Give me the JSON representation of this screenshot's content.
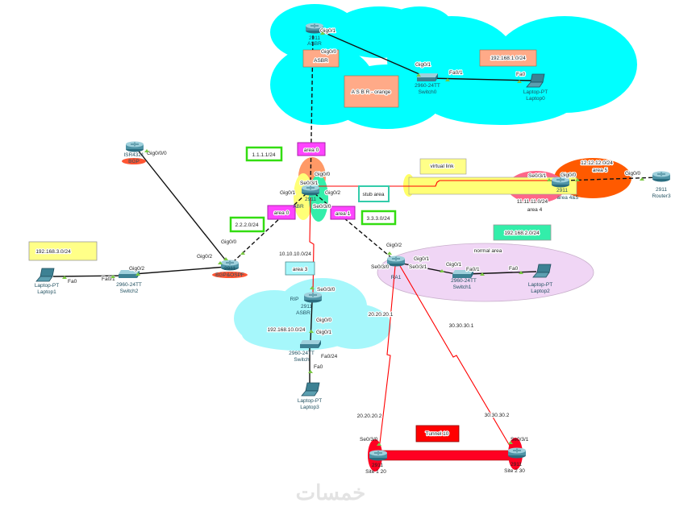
{
  "colors": {
    "cloud": "#00ffff",
    "cloud_light": "#a6f7fb",
    "normal_area": "#f0d6f5",
    "area_box": "#ff33ff",
    "green_box": "#33dd11",
    "orange_box": "#ffaa88",
    "yellow_box": "#ffff88",
    "serial_link": "#ff0000",
    "tunnel": "#ff0022",
    "area5": "#ff5a00",
    "area4": "#ff6688"
  },
  "devices": {
    "asbr_top": {
      "model": "2911",
      "name": "ASBR"
    },
    "switch0": {
      "model": "2960-24TT",
      "name": "Switch0"
    },
    "laptop0": {
      "model": "Laptop-PT",
      "name": "Laptop0"
    },
    "abr": {
      "model": "2911",
      "name": "ABR"
    },
    "area45_router": {
      "model": "2911",
      "name": "area 4&5"
    },
    "router3": {
      "model": "2911",
      "name": "Router3"
    },
    "isr": {
      "model": "ISR4321",
      "name": "BGP"
    },
    "bgp_ospf": {
      "model": "2911",
      "name": "BGP&OSPF"
    },
    "switch2": {
      "model": "2960-24TT",
      "name": "Switch2"
    },
    "laptop1": {
      "model": "Laptop-PT",
      "name": "Laptop1"
    },
    "rip_asbr": {
      "model": "2911",
      "name": "ASBR",
      "protocol": "RIP"
    },
    "switch_rip": {
      "model": "2960-24TT",
      "name": "Switch"
    },
    "laptop3": {
      "model": "Laptop-PT",
      "name": "Laptop3"
    },
    "ra1": {
      "model": "2911",
      "name": "RA1"
    },
    "switch1": {
      "model": "2960-24TT",
      "name": "Switch1"
    },
    "laptop2": {
      "model": "Laptop-PT",
      "name": "Laptop2"
    },
    "site1": {
      "model": "2911",
      "name": "Site 1 20"
    },
    "site2": {
      "model": "2911",
      "name": "Site 2 30"
    }
  },
  "interfaces": {
    "asbr_gig01": "Gig0/1",
    "asbr_gig00": "Gig0/0",
    "sw0_gig01": "Gig0/1",
    "sw0_fa01": "Fa0/1",
    "lap0_fa0": "Fa0",
    "abr_gig00": "Gig0/0",
    "abr_se031": "Se0/3/1",
    "abr_gig01": "Gig0/1",
    "abr_gig02": "Gig0/2",
    "abr_se030": "Se0/3/0",
    "a45_se031": "Se0/3/1",
    "a45_gig00": "Gig0/0",
    "r3_gig00": "Gig0/0",
    "isr_gig000": "Gig0/0/0",
    "bgp_gig00": "Gig0/0",
    "bgp_gig02": "Gig0/2",
    "sw2_gig02": "Gig0/2",
    "sw2_fa01": "Fa0/1",
    "lap1_fa0": "Fa0",
    "rip_se030": "Se0/3/0",
    "rip_gig00": "Gig0/0",
    "swr_gig01": "Gig0/1",
    "swr_fa024": "Fa0/24",
    "lap3_fa0": "Fa0",
    "ra1_gig02": "Gig0/2",
    "ra1_se030": "Se0/3/0",
    "ra1_se031": "Se0/3/1",
    "ra1_gig01": "Gig0/1",
    "sw1_gig01": "Gig0/1",
    "sw1_fa01": "Fa0/1",
    "lap2_fa0": "Fa0",
    "site1_se030": "Se0/3/0",
    "site2_se031": "Se0/3/1"
  },
  "notes": {
    "asbr_box": "ASBR",
    "asbr_orange": "A S B R - orange",
    "net_192_168_1": "192.168.1.0/24",
    "area0_top": "area 0",
    "net_1_1_1_1": "1.1.1.1/24",
    "stub_area": "stub area",
    "virtual_link": "virtual link",
    "net_12_12_12": "12.12.12.0/24",
    "area5": "area 5",
    "net_11_11_11": "11.11.11.0/24",
    "area4": "area 4",
    "area0_left": "area 0",
    "net_2_2_2": "2.2.2.0/24",
    "area1": "area 1",
    "net_3_3_3": "3.3.3.0/24",
    "net_192_168_3": "192.168.3.0/24",
    "net_10_10_10": "10.10.10.0/24",
    "area3": "area 3",
    "net_192_168_10": "192.168.10.0/24",
    "net_192_168_2": "192.168.2.0/24",
    "normal_area": "normal area",
    "ip_20_1": "20.20.20.1",
    "ip_20_2": "20.20.20.2",
    "ip_30_1": "30.30.30.1",
    "ip_30_2": "30.30.30.2",
    "tunnel": "Tunnel 10",
    "watermark": "خمسات"
  }
}
